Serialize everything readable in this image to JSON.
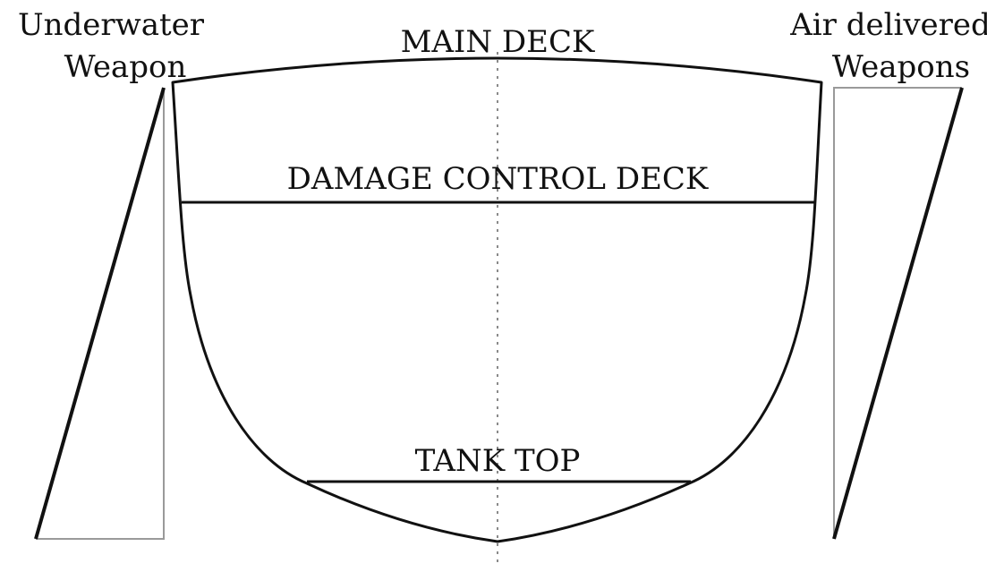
{
  "labels": {
    "main_deck": "MAIN DECK",
    "damage_control_deck": "DAMAGE CONTROL DECK",
    "tank_top": "TANK TOP",
    "underwater_line1": "Underwater",
    "underwater_line2": "Weapon",
    "air_line1": "Air delivered",
    "air_line2": "Weapons"
  },
  "colors": {
    "line": "#111111",
    "centerline": "#8a8a8a",
    "wedge_outline": "#9a9a9a",
    "background": "#ffffff"
  }
}
